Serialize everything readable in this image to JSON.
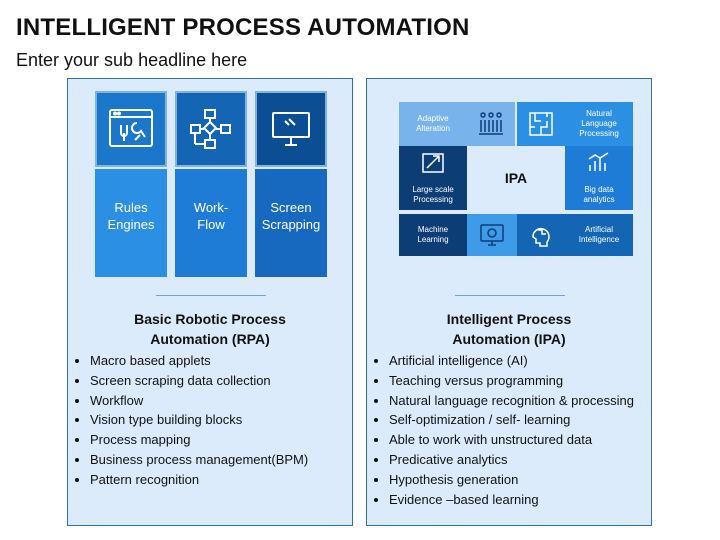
{
  "header": {
    "title": "INTELLIGENT PROCESS AUTOMATION",
    "subtitle": "Enter your sub headline here"
  },
  "rpa": {
    "columns": [
      {
        "label": "Rules\nEngines",
        "icon": "tools-window-icon"
      },
      {
        "label": "Work-\nFlow",
        "icon": "flowchart-icon"
      },
      {
        "label": "Screen\nScrapping",
        "icon": "monitor-icon"
      }
    ],
    "heading": "Basic Robotic Process\nAutomation (RPA)",
    "bullets": [
      "Macro based applets",
      "Screen scraping data collection",
      "Workflow",
      "Vision type building blocks",
      "Process mapping",
      "Business process management(BPM)",
      "Pattern recognition"
    ]
  },
  "ipa": {
    "center_label": "IPA",
    "cells": {
      "adaptive": "Adaptive\nAlteration",
      "nlp": "Natural\nLanguage\nProcessing",
      "large_scale": "Large scale\nProcessing",
      "big_data": "Big data\nanalytics",
      "machine_learning": "Machine\nLearning",
      "ai": "Artificial\nIntelligence"
    },
    "icons": [
      "adaptive-alteration-icon",
      "nlp-maze-icon",
      "large-scale-icon",
      "big-data-icon",
      "machine-learning-icon",
      "ai-brain-icon"
    ],
    "heading": "Intelligent Process\nAutomation (IPA)",
    "bullets": [
      "Artificial intelligence (AI)",
      "Teaching versus programming",
      "Natural language recognition & processing",
      "Self-optimization / self- learning",
      "Able to work with unstructured data",
      "Predicative analytics",
      "Hypothesis generation",
      "Evidence –based learning"
    ]
  },
  "colors": {
    "panel_bg": "#dcebfb",
    "panel_border": "#2f6fae",
    "accent_dark": "#0c4e93",
    "accent_light": "#2b8fe3"
  }
}
